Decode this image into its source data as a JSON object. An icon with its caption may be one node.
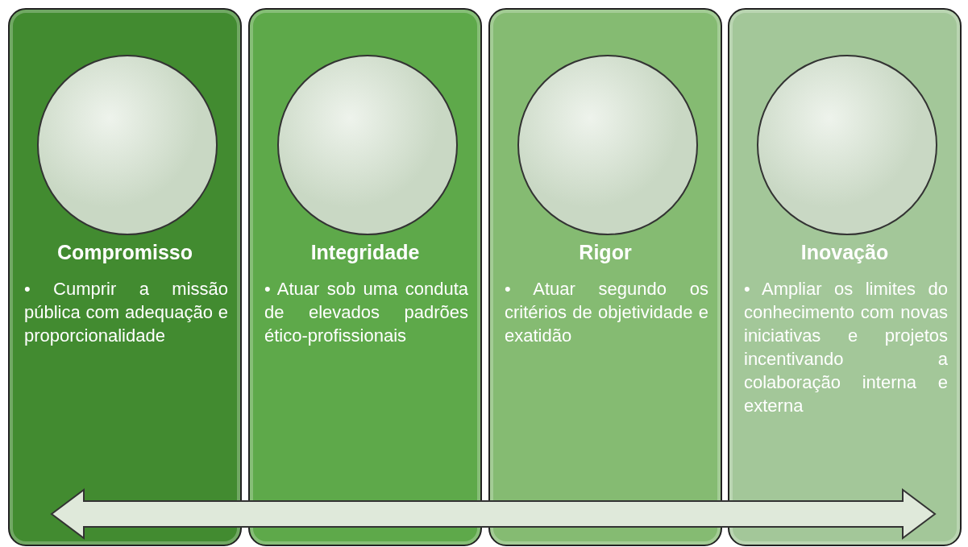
{
  "diagram": {
    "nodes": [
      {
        "text": [
          "Compromisso",
          "• Cumprir a missão pública com adequação e proporcionalidade"
        ]
      },
      {
        "text": [],
        "shape": "circle",
        "in": 0
      },
      {
        "text": [
          "Integridade",
          "• Atuar sob uma conduta de elevados padrões ético-profissionais"
        ]
      },
      {
        "text": [],
        "shape": "circle",
        "in": 2
      },
      {
        "text": [
          "Rigor",
          "• Atuar segundo os critérios de objetividade e exatidão"
        ]
      },
      {
        "text": [],
        "shape": "circle",
        "in": 4
      },
      {
        "text": [
          "Inovação",
          "• Ampliar os limites do conhecimento com novas iniciativas e projetos incentivando a colaboração interna e externa"
        ]
      },
      {
        "text": [],
        "shape": "circle",
        "in": 6
      }
    ]
  }
}
